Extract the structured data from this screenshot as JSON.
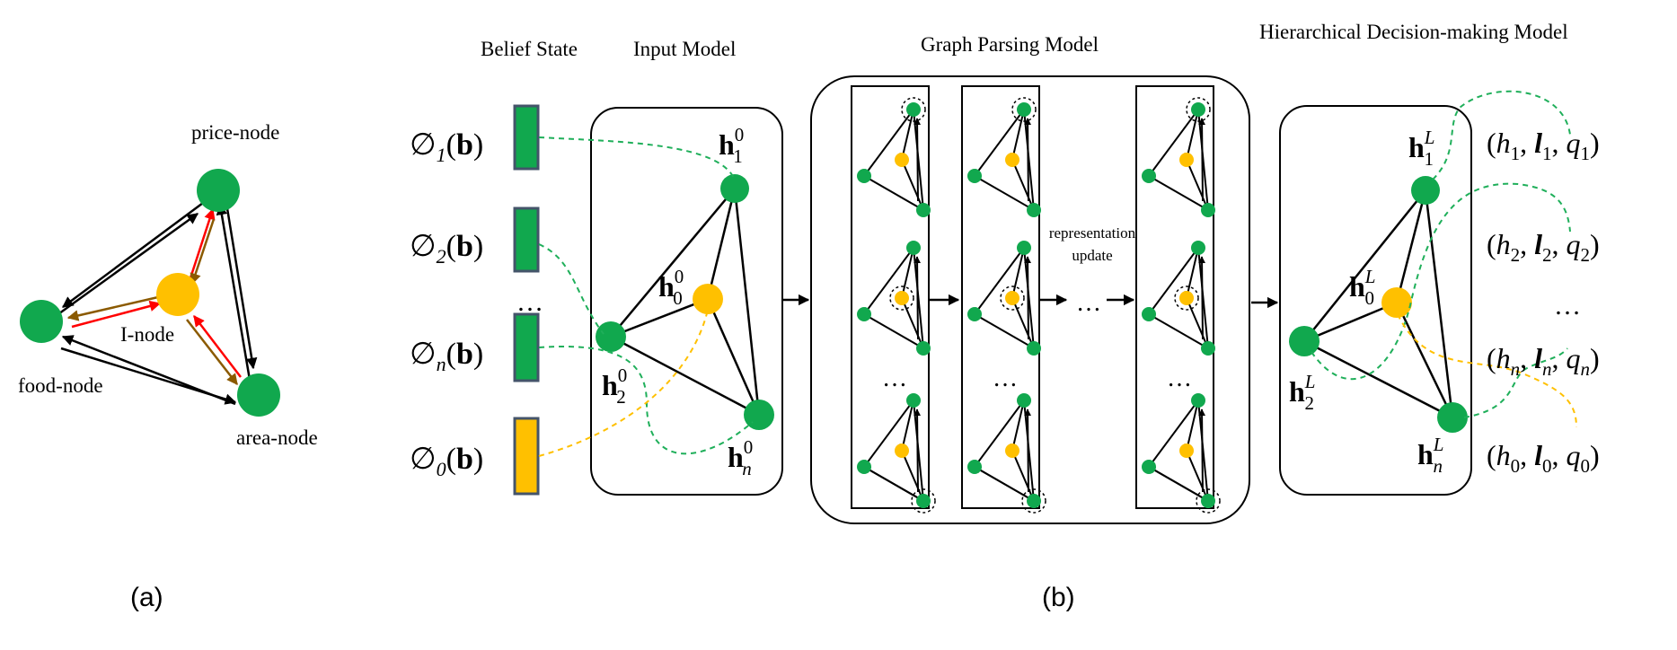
{
  "colors": {
    "green": "#11A84E",
    "yellow": "#FFC000",
    "red": "#FF0000",
    "brown": "#8B5A00",
    "dash_green": "#1FAF5A",
    "dash_yellow": "#FFC000"
  },
  "panel_a": {
    "price_node": "price-node",
    "i_node": "I-node",
    "food_node": "food-node",
    "area_node": "area-node",
    "caption": "(a)"
  },
  "panel_b": {
    "caption": "(b)",
    "headers": {
      "belief_state": "Belief State",
      "input_model": "Input Model",
      "graph_parsing": "Graph Parsing Model",
      "decision": "Hierarchical Decision-making Model"
    },
    "belief_labels": [
      {
        "sym": "∅",
        "sub": "1",
        "arg": "b"
      },
      {
        "sym": "∅",
        "sub": "2",
        "arg": "b"
      },
      {
        "sym": "∅",
        "sub": "n",
        "arg": "b"
      },
      {
        "sym": "∅",
        "sub": "0",
        "arg": "b"
      }
    ],
    "ellipsis": "…",
    "input_nodes": [
      {
        "base": "h",
        "sub": "1",
        "sup": "0"
      },
      {
        "base": "h",
        "sub": "0",
        "sup": "0"
      },
      {
        "base": "h",
        "sub": "2",
        "sup": "0"
      },
      {
        "base": "h",
        "sub": "n",
        "sup": "0"
      }
    ],
    "rep_update_line1": "representation",
    "rep_update_line2": "update",
    "decision_nodes": [
      {
        "base": "h",
        "sub": "1",
        "sup": "L"
      },
      {
        "base": "h",
        "sub": "0",
        "sup": "L"
      },
      {
        "base": "h",
        "sub": "2",
        "sup": "L"
      },
      {
        "base": "h",
        "sub": "n",
        "sup": "L"
      }
    ],
    "outputs": [
      {
        "h": "h",
        "hs": "1",
        "l": "l",
        "ls": "1",
        "q": "q",
        "qs": "1"
      },
      {
        "h": "h",
        "hs": "2",
        "l": "l",
        "ls": "2",
        "q": "q",
        "qs": "2"
      },
      {
        "h": "h",
        "hs": "n",
        "l": "l",
        "ls": "n",
        "q": "q",
        "qs": "n"
      },
      {
        "h": "h",
        "hs": "0",
        "l": "l",
        "ls": "0",
        "q": "q",
        "qs": "0"
      }
    ]
  }
}
